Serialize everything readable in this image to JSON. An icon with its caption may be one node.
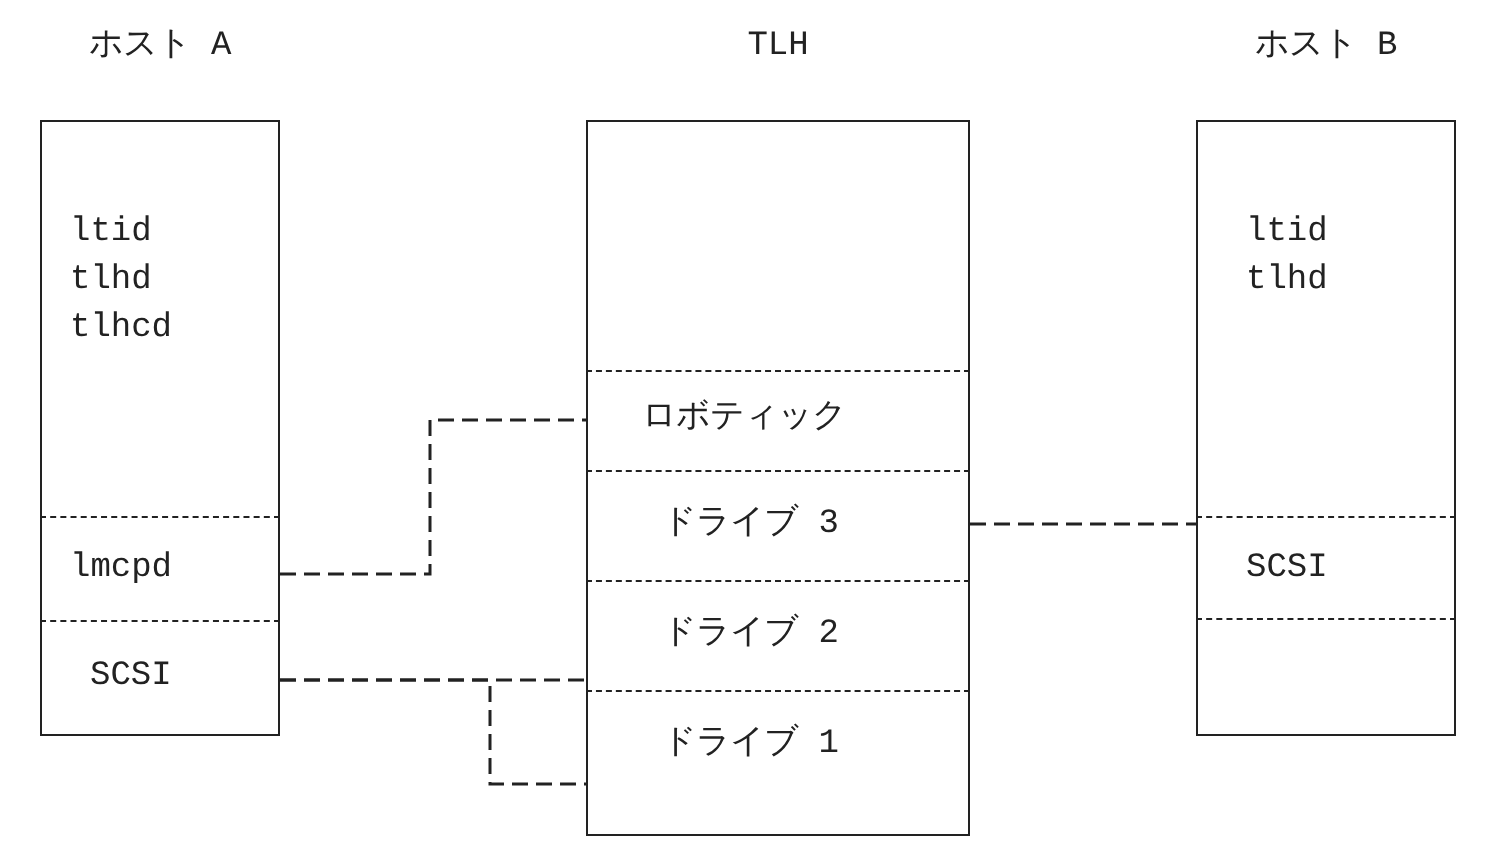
{
  "diagram": {
    "nodes": [
      {
        "text": [
          "ホスト A"
        ]
      },
      {
        "text": [
          "ltid tlhd tlhcd"
        ],
        "in": 0
      },
      {
        "text": [
          "lmcpd"
        ],
        "in": 0
      },
      {
        "text": [
          "SCSI"
        ],
        "in": 0
      },
      {
        "text": [
          "TLH"
        ]
      },
      {
        "text": [
          "ロボティック"
        ],
        "in": 4
      },
      {
        "text": [
          "ドライブ 3"
        ],
        "in": 4
      },
      {
        "text": [
          "ドライブ 2"
        ],
        "in": 4
      },
      {
        "text": [
          "ドライブ 1"
        ],
        "in": 4
      },
      {
        "text": [
          "ホスト B"
        ]
      },
      {
        "text": [
          "ltid tlhd"
        ],
        "in": 9
      },
      {
        "text": [
          "SCSI"
        ],
        "in": 9
      }
    ],
    "edges": [
      {
        "from": 2,
        "to": 5,
        "arrow": "none",
        "style": "dashed"
      },
      {
        "from": 3,
        "to": 7,
        "arrow": "none",
        "style": "dashed"
      },
      {
        "from": 3,
        "to": 8,
        "arrow": "none",
        "style": "dashed"
      },
      {
        "from": 6,
        "to": 11,
        "arrow": "none",
        "style": "dashed"
      }
    ]
  }
}
